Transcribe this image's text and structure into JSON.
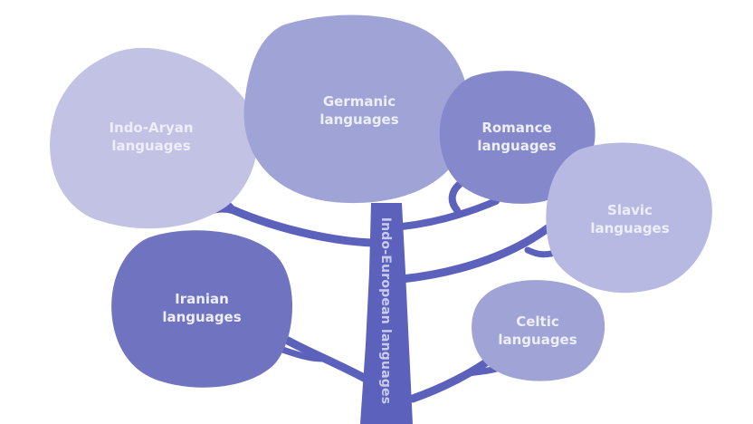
{
  "diagram": {
    "type": "tree",
    "root": {
      "label": "Indo-European languages",
      "color": "#5c62bb"
    },
    "branch_color": "#5c62bb",
    "label_color": "#eceef8",
    "nodes": [
      {
        "id": "indo-aryan",
        "line1": "Indo-Aryan",
        "line2": "languages",
        "color": "#c2c2e4"
      },
      {
        "id": "germanic",
        "line1": "Germanic",
        "line2": "languages",
        "color": "#a0a3d6"
      },
      {
        "id": "romance",
        "line1": "Romance",
        "line2": "languages",
        "color": "#8588cb"
      },
      {
        "id": "slavic",
        "line1": "Slavic",
        "line2": "languages",
        "color": "#b7b9e2"
      },
      {
        "id": "iranian",
        "line1": "Iranian",
        "line2": "languages",
        "color": "#6f73c0"
      },
      {
        "id": "celtic",
        "line1": "Celtic",
        "line2": "languages",
        "color": "#a0a3d6"
      }
    ]
  }
}
